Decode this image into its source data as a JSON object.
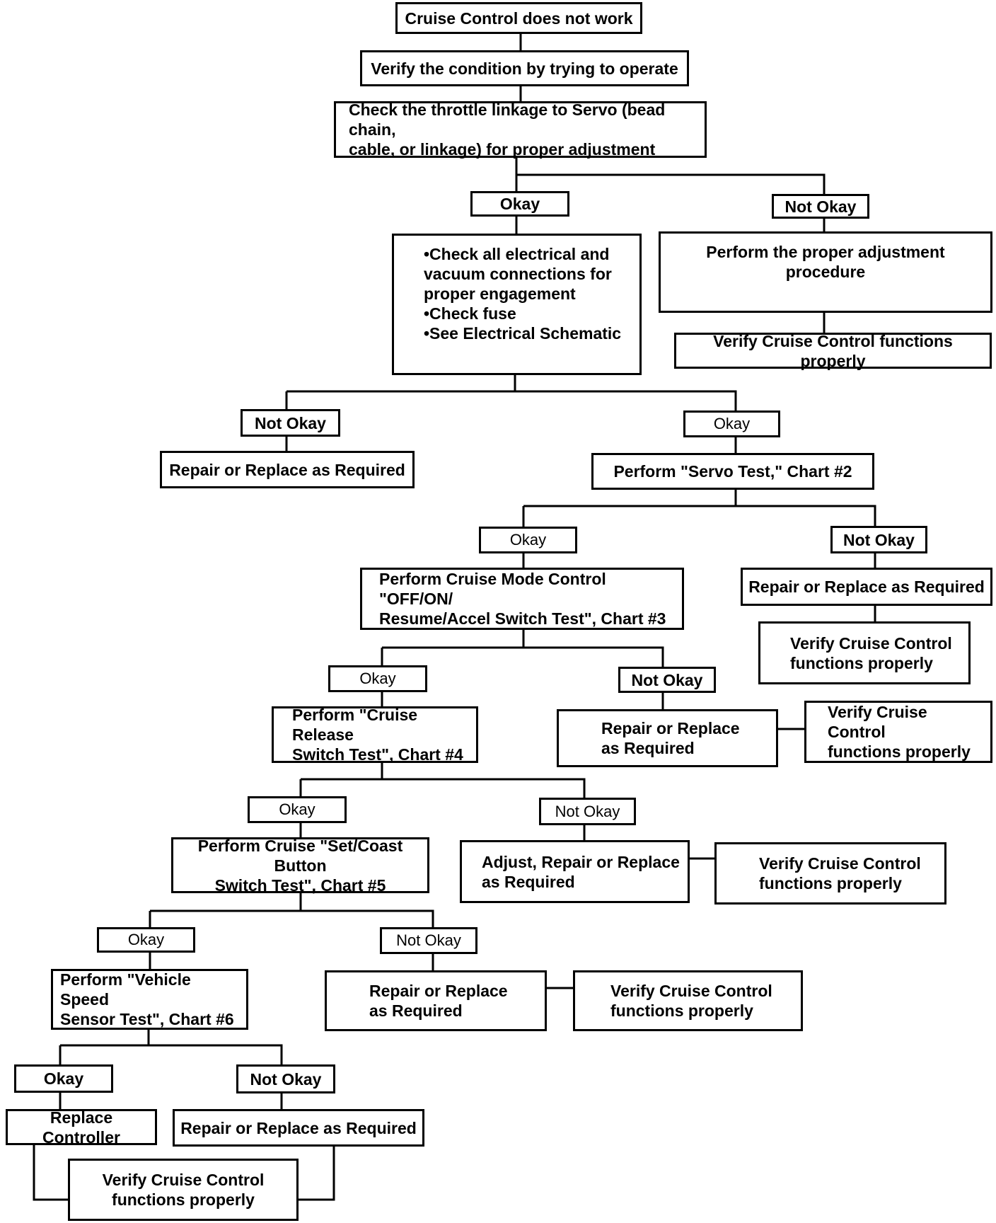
{
  "flowchart": {
    "start": "Cruise Control does not work",
    "verify_condition": "Verify the condition by trying to operate",
    "check_linkage": "Check the throttle linkage to Servo (bead chain,\ncable, or linkage) for proper adjustment",
    "level1": {
      "okay_label": "Okay",
      "not_okay_label": "Not Okay",
      "check_connections": "•Check all electrical and\n vacuum connections for\n proper engagement\n•Check fuse\n•See Electrical Schematic",
      "perform_adjustment": "Perform the proper adjustment procedure",
      "verify": "Verify Cruise Control functions properly"
    },
    "level2": {
      "not_okay_label": "Not Okay",
      "okay_label": "Okay",
      "repair": "Repair or Replace as Required",
      "servo_test": "Perform \"Servo Test,\" Chart #2"
    },
    "level3": {
      "okay_label": "Okay",
      "not_okay_label": "Not Okay",
      "mode_control_test": "Perform Cruise Mode Control \"OFF/ON/\nResume/Accel Switch Test\", Chart #3",
      "repair": "Repair or Replace as Required",
      "verify": "Verify Cruise Control\nfunctions properly"
    },
    "level4": {
      "okay_label": "Okay",
      "not_okay_label": "Not Okay",
      "release_switch_test": "Perform \"Cruise Release\nSwitch Test\", Chart #4",
      "repair": "Repair or Replace\nas Required",
      "verify": "Verify Cruise Control\nfunctions properly"
    },
    "level5": {
      "okay_label": "Okay",
      "not_okay_label": "Not Okay",
      "set_coast_test": "Perform Cruise \"Set/Coast Button\nSwitch Test\", Chart #5",
      "adjust_repair": "Adjust, Repair or Replace\nas Required",
      "verify": "Verify Cruise Control\nfunctions properly"
    },
    "level6": {
      "okay_label": "Okay",
      "not_okay_label": "Not Okay",
      "vss_test": "Perform \"Vehicle Speed\nSensor Test\", Chart #6",
      "repair": "Repair or Replace\nas Required",
      "verify": "Verify Cruise Control\nfunctions properly"
    },
    "level7": {
      "okay_label": "Okay",
      "not_okay_label": "Not Okay",
      "replace_controller": "Replace Controller",
      "repair": "Repair or Replace as Required",
      "verify": "Verify Cruise Control\nfunctions properly"
    }
  }
}
